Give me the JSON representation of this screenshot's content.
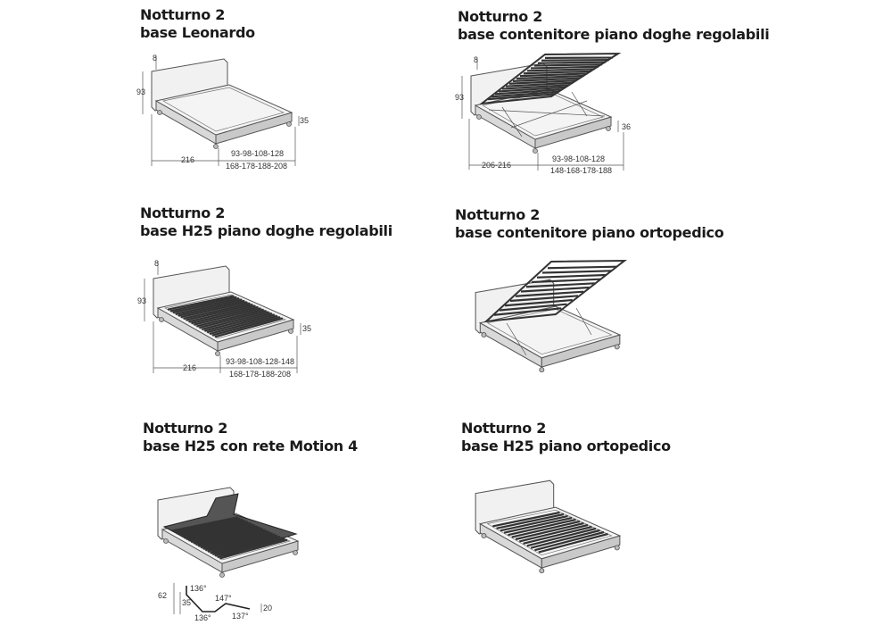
{
  "panels": [
    {
      "title_line1": "Notturno 2",
      "title_line2": "base Leonardo",
      "dims": {
        "head_thickness": "8",
        "height": "93",
        "base_height": "35",
        "length": "216",
        "width_inner": "93-98-108-128",
        "width_outer": "168-178-188-208"
      }
    },
    {
      "title_line1": "Notturno 2",
      "title_line2": "base contenitore piano doghe regolabili",
      "dims": {
        "head_thickness": "8",
        "height": "93",
        "base_height": "36",
        "length": "206-216",
        "width_inner": "93-98-108-128",
        "width_outer": "148-168-178-188"
      }
    },
    {
      "title_line1": "Notturno 2",
      "title_line2": "base H25 piano doghe regolabili",
      "dims": {
        "head_thickness": "8",
        "height": "93",
        "base_height": "35",
        "length": "216",
        "width_inner": "93-98-108-128-148",
        "width_outer": "168-178-188-208"
      }
    },
    {
      "title_line1": "Notturno 2",
      "title_line2": "base contenitore piano ortopedico"
    },
    {
      "title_line1": "Notturno 2",
      "title_line2": "base H25 con rete Motion 4",
      "motion": {
        "h1": "62",
        "h2": "35",
        "a1": "136°",
        "a2": "147°",
        "a3": "136°",
        "a4": "137°",
        "h3": "20"
      }
    },
    {
      "title_line1": "Notturno 2",
      "title_line2": "base H25  piano ortopedico"
    }
  ]
}
